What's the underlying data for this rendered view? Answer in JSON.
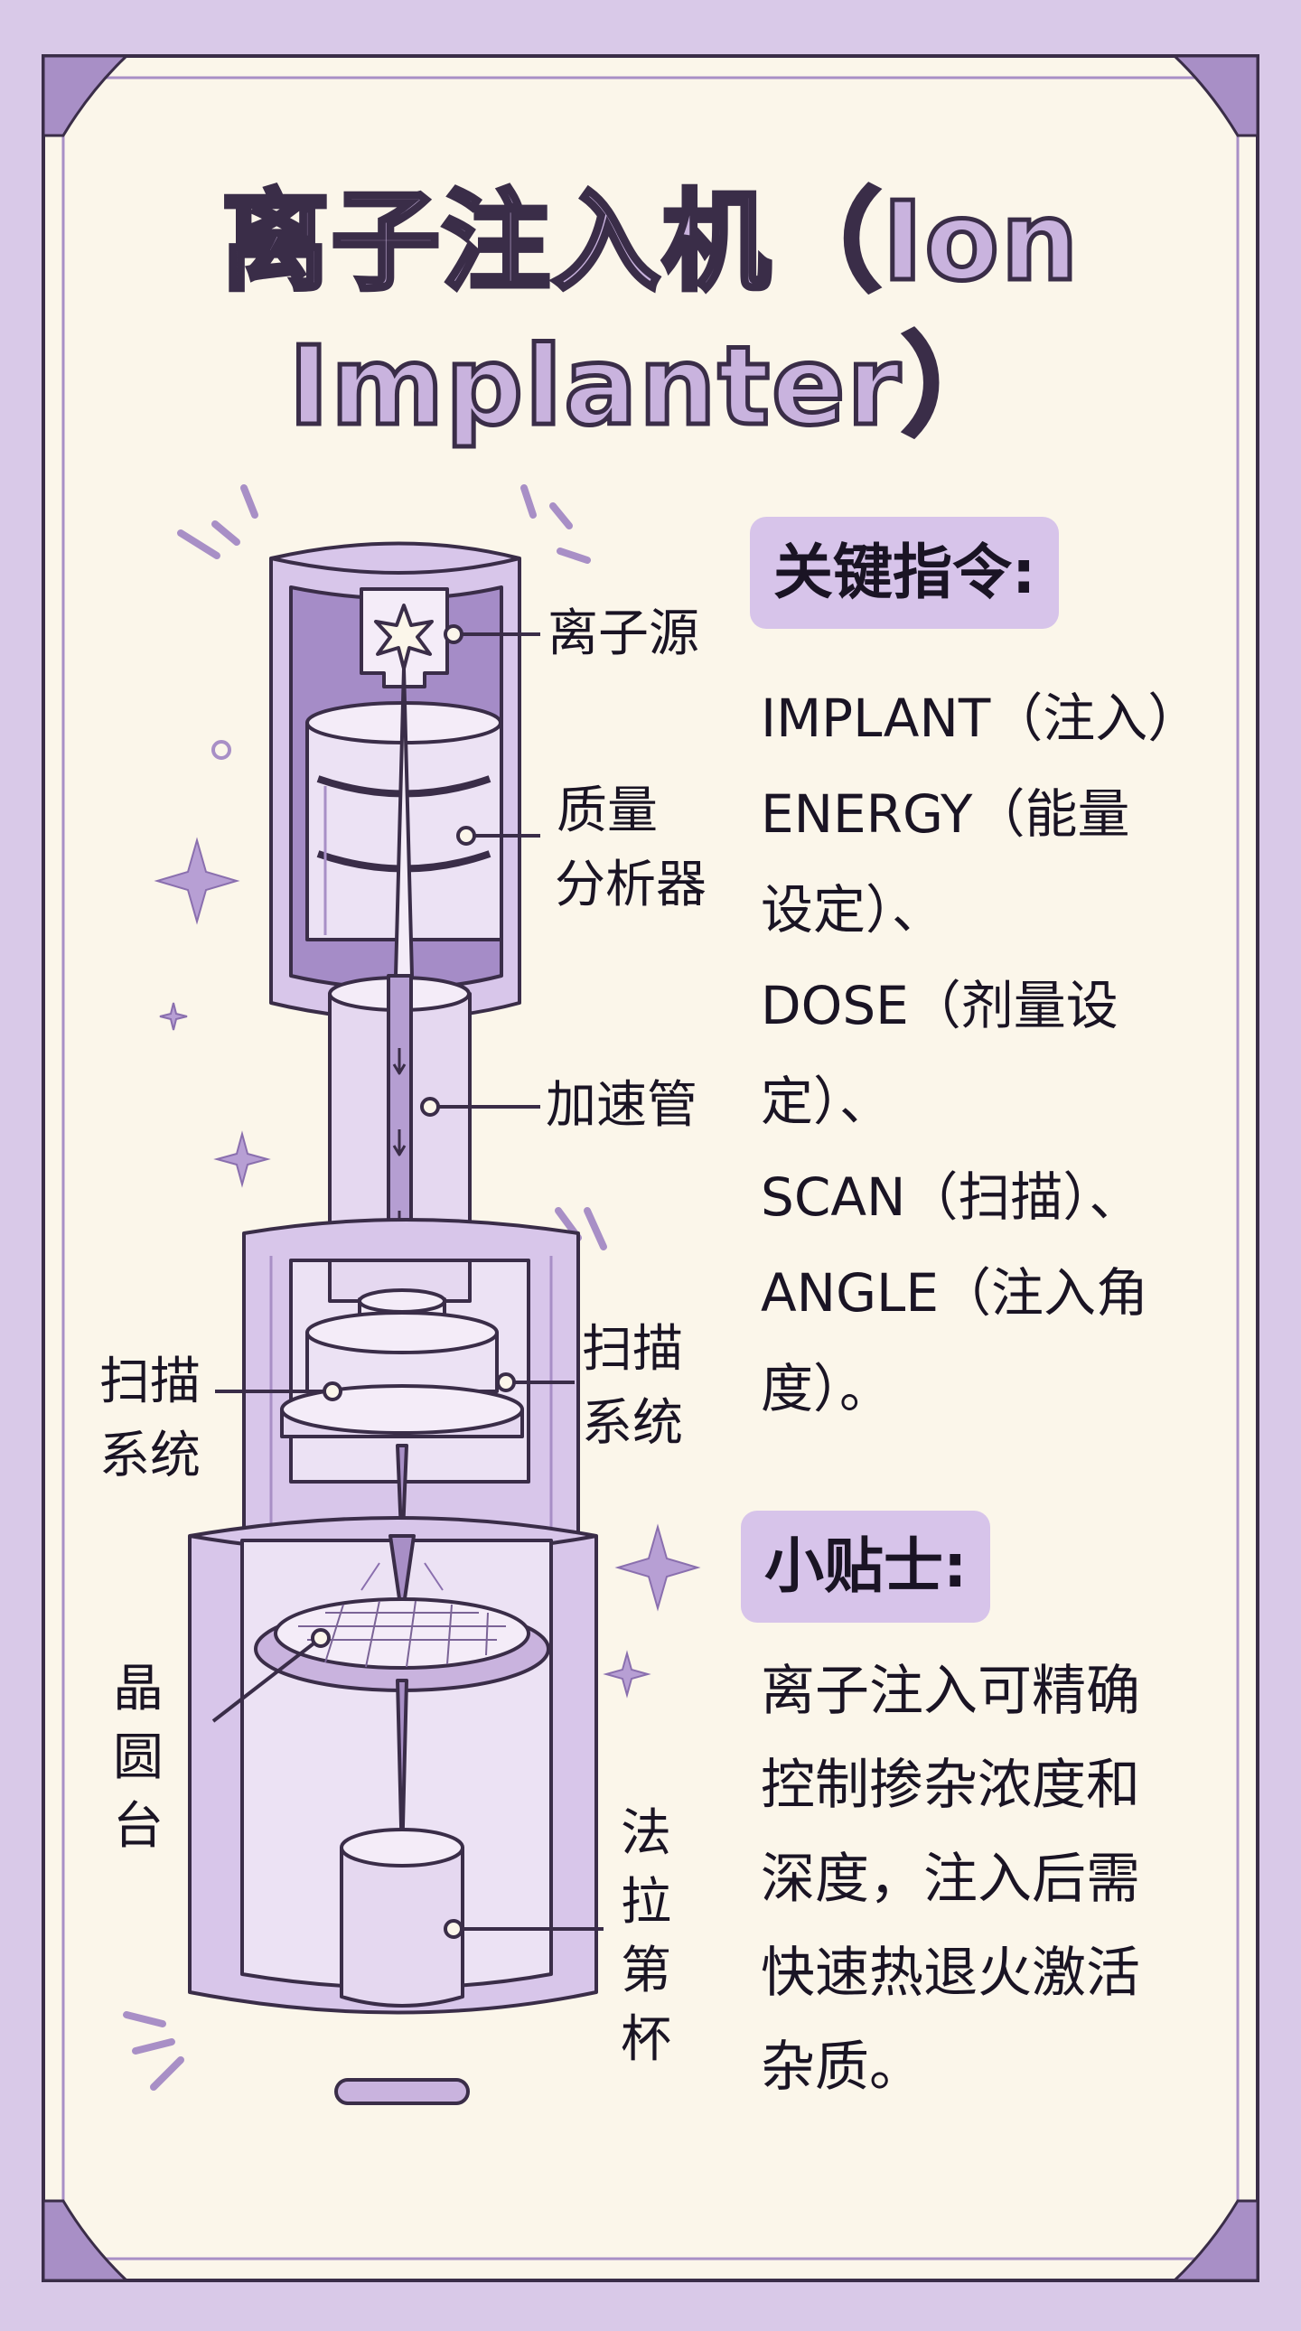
{
  "title": {
    "line1": "离子注入机（Ion",
    "line2": "Implanter）"
  },
  "labels": {
    "ion_source": "离子源",
    "mass_analyzer_1": "质量",
    "mass_analyzer_2": "分析器",
    "accel_tube": "加速管",
    "scan_left_1": "扫描",
    "scan_left_2": "系统",
    "scan_right_1": "扫描",
    "scan_right_2": "系统",
    "wafer_stage": [
      "晶",
      "圆",
      "台"
    ],
    "faraday_cup": [
      "法",
      "拉",
      "第",
      "杯"
    ]
  },
  "commands": {
    "heading": "关键指令:",
    "lines": [
      "IMPLANT（注入）",
      "ENERGY（能量",
      "设定）、",
      "DOSE（剂量设",
      "定）、",
      "SCAN（扫描）、",
      "ANGLE（注入角",
      "度）。"
    ]
  },
  "tips": {
    "heading": "小贴士:",
    "lines": [
      "离子注入可精确",
      "控制掺杂浓度和",
      "深度，注入后需",
      "快速热退火激活",
      "杂质。"
    ]
  },
  "colors": {
    "background": "#d9c9e8",
    "card": "#fbf6ea",
    "lavender": "#c9b3de",
    "deep_lavender": "#a88fc6",
    "outline": "#3a2d48"
  }
}
